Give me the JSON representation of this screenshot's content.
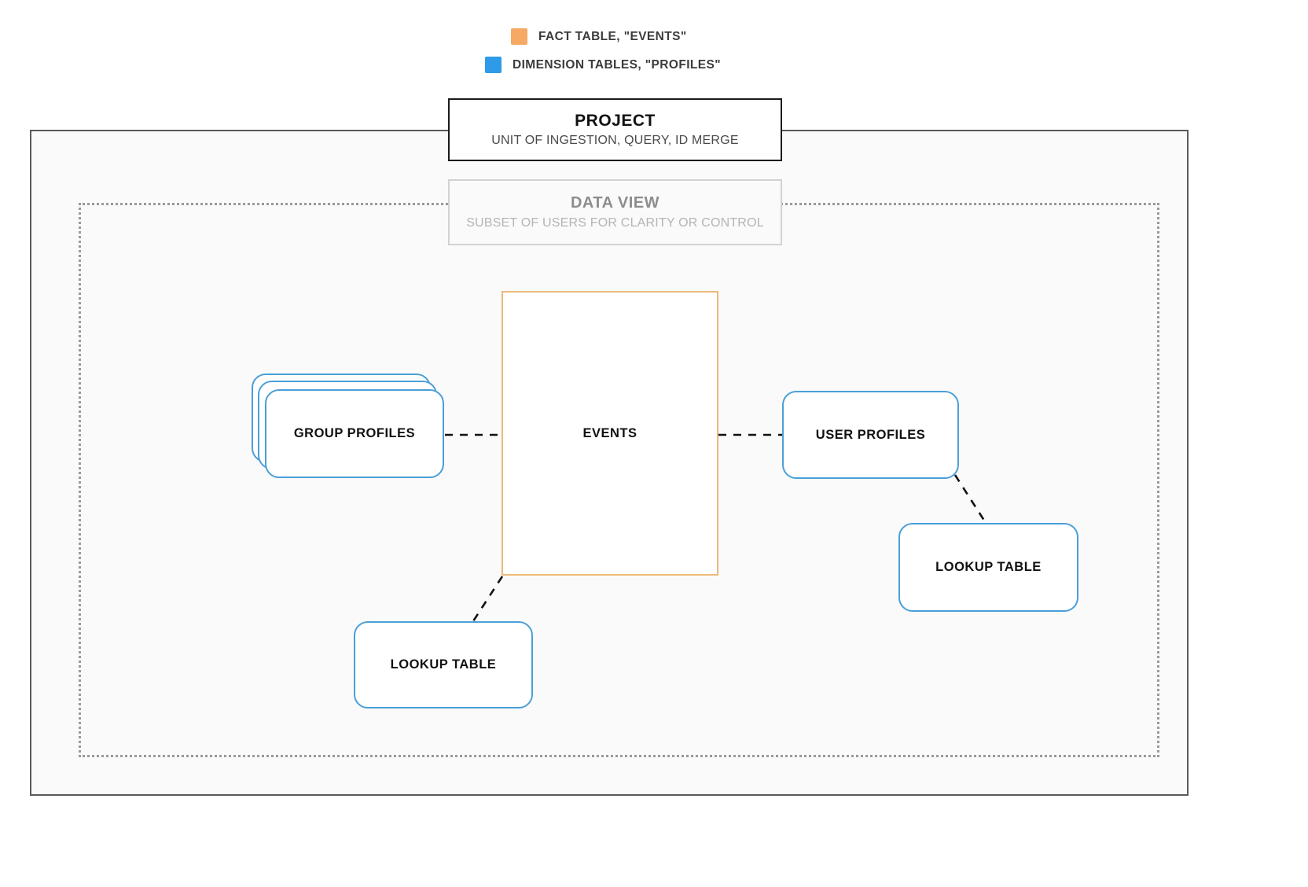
{
  "legend": {
    "items": [
      {
        "id": "fact",
        "swatch_color": "#f5a962",
        "label": "FACT TABLE, \"EVENTS\"",
        "icon": "square-swatch-icon"
      },
      {
        "id": "dimension",
        "swatch_color": "#2e9be8",
        "label": "DIMENSION TABLES, \"PROFILES\"",
        "icon": "square-swatch-icon"
      }
    ]
  },
  "project": {
    "title": "PROJECT",
    "subtitle": "UNIT OF INGESTION, QUERY, ID MERGE",
    "border_color": "#1a1a1a"
  },
  "data_view": {
    "title": "DATA VIEW",
    "subtitle": "SUBSET OF USERS FOR CLARITY OR CONTROL",
    "border_color": "#d2d2d2"
  },
  "nodes": {
    "events": {
      "label": "EVENTS",
      "kind": "fact-table",
      "border_color": "#edb97a"
    },
    "group_profiles": {
      "label": "GROUP PROFILES",
      "kind": "dimension-table-stack",
      "border_color": "#4a9fd8"
    },
    "user_profiles": {
      "label": "USER PROFILES",
      "kind": "dimension-table",
      "border_color": "#4a9fd8"
    },
    "lookup_left": {
      "label": "LOOKUP TABLE",
      "kind": "dimension-table",
      "border_color": "#4a9fd8"
    },
    "lookup_right": {
      "label": "LOOKUP TABLE",
      "kind": "dimension-table",
      "border_color": "#4a9fd8"
    }
  },
  "connectors": {
    "stroke_color": "#111111",
    "style": "dashed",
    "edges": [
      {
        "from": "group_profiles",
        "to": "events"
      },
      {
        "from": "events",
        "to": "user_profiles"
      },
      {
        "from": "user_profiles",
        "to": "lookup_right"
      },
      {
        "from": "events",
        "to": "lookup_left"
      }
    ]
  },
  "chart_data": {
    "type": "diagram",
    "title": "Project data model",
    "legend": [
      "FACT TABLE, \"EVENTS\"",
      "DIMENSION TABLES, \"PROFILES\""
    ],
    "containers": [
      {
        "name": "PROJECT",
        "caption": "UNIT OF INGESTION, QUERY, ID MERGE"
      },
      {
        "name": "DATA VIEW",
        "caption": "SUBSET OF USERS FOR CLARITY OR CONTROL"
      }
    ],
    "nodes": [
      "EVENTS",
      "GROUP PROFILES",
      "USER PROFILES",
      "LOOKUP TABLE",
      "LOOKUP TABLE"
    ],
    "edges": [
      [
        "GROUP PROFILES",
        "EVENTS"
      ],
      [
        "EVENTS",
        "USER PROFILES"
      ],
      [
        "USER PROFILES",
        "LOOKUP TABLE"
      ],
      [
        "EVENTS",
        "LOOKUP TABLE"
      ]
    ]
  }
}
